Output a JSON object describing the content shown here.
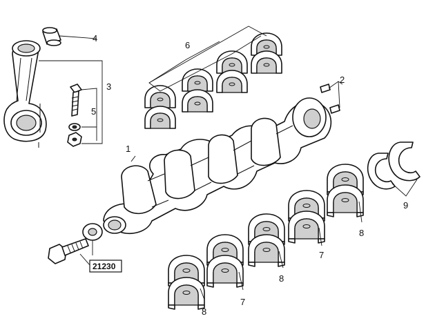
{
  "callouts": {
    "c1": "1",
    "c2": "2",
    "c3": "3",
    "c4": "4",
    "c5": "5",
    "c6": "6",
    "c7a": "7",
    "c7b": "7",
    "c8a": "8",
    "c8b": "8",
    "c8c": "8",
    "c9": "9"
  },
  "reference_box": "21230",
  "colors": {
    "ink": "#111111",
    "paper": "#ffffff",
    "shade": "#cfcfcf"
  }
}
